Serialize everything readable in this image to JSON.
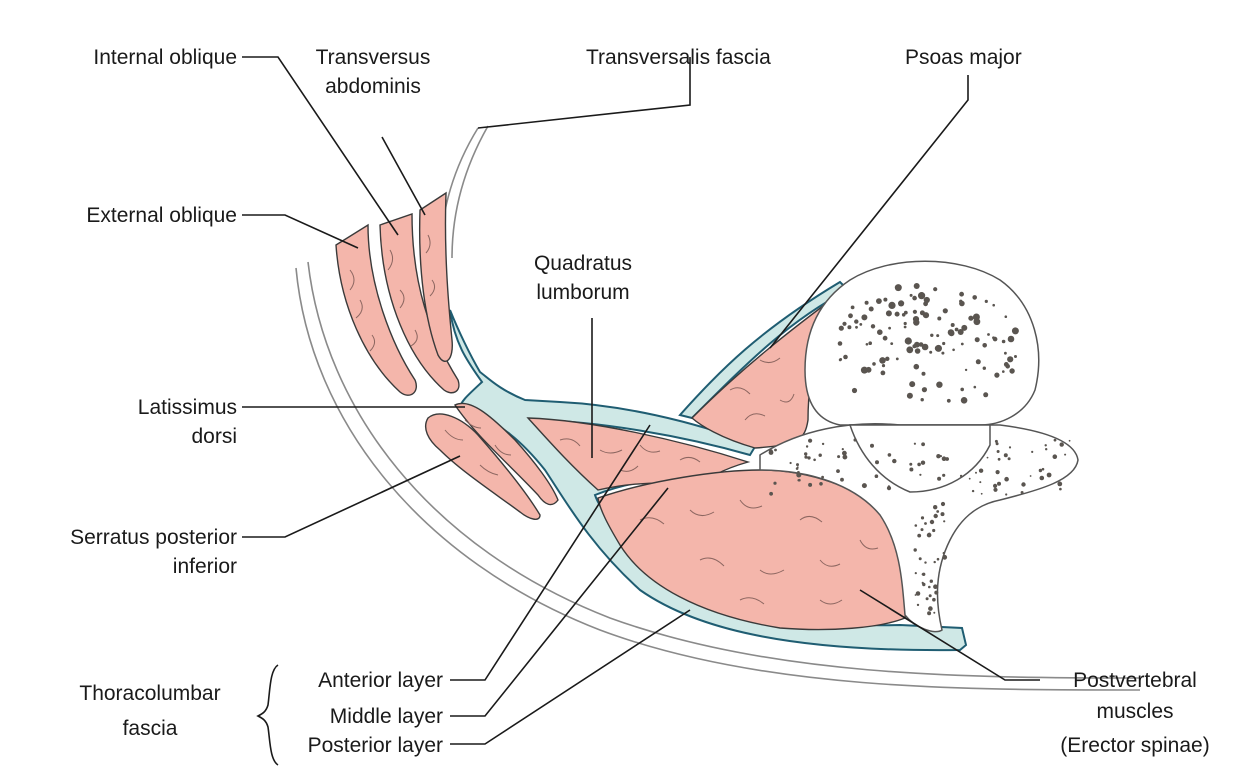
{
  "labels": {
    "internal_oblique": "Internal oblique",
    "transversus_1": "Transversus",
    "transversus_2": "abdominis",
    "transversalis_fascia": "Transversalis fascia",
    "psoas_major": "Psoas major",
    "external_oblique": "External oblique",
    "quadratus_1": "Quadratus",
    "quadratus_2": "lumborum",
    "latissimus_1": "Latissimus",
    "latissimus_2": "dorsi",
    "serratus_1": "Serratus posterior",
    "serratus_2": "inferior",
    "thoracolumbar_1": "Thoracolumbar",
    "thoracolumbar_2": "fascia",
    "anterior_layer": "Anterior layer",
    "middle_layer": "Middle layer",
    "posterior_layer": "Posterior layer",
    "postvertebral_1": "Postvertebral",
    "postvertebral_2": "muscles",
    "postvertebral_3": "(Erector spinae)"
  },
  "colors": {
    "muscle": "#f4b6ab",
    "fascia": "#cfe8e6",
    "fascia_outline": "#1f5d72",
    "bone": "#ffffff"
  }
}
